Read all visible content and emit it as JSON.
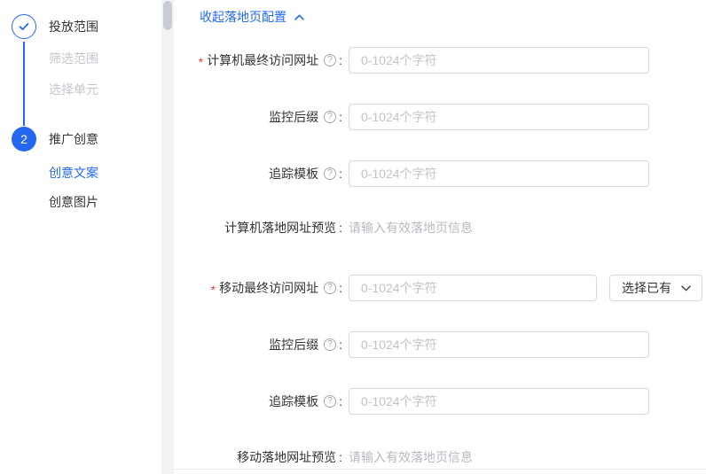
{
  "ui": {
    "required_mark": "*",
    "colon": ":",
    "help_mark": "?",
    "accent_color": "#2468F2"
  },
  "sidebar": {
    "steps": [
      {
        "label": "投放范围",
        "state": "done"
      },
      {
        "label": "筛选范围",
        "state": "disabled"
      },
      {
        "label": "选择单元",
        "state": "disabled"
      },
      {
        "number": "2",
        "label": "推广创意",
        "state": "current"
      },
      {
        "label": "创意文案",
        "state": "active-sub"
      },
      {
        "label": "创意图片",
        "state": "normal-sub"
      }
    ]
  },
  "content": {
    "section_header": {
      "label": "收起落地页配置",
      "state": "expanded"
    },
    "rows": [
      {
        "label": "计算机最终访问网址",
        "required": true,
        "placeholder": "0-1024个字符"
      },
      {
        "label": "监控后缀",
        "placeholder": "0-1024个字符"
      },
      {
        "label": "追踪模板",
        "placeholder": "0-1024个字符"
      },
      {
        "label": "计算机落地网址预览",
        "value": "请输入有效落地页信息"
      },
      {
        "label": "移动最终访问网址",
        "required": true,
        "placeholder": "0-1024个字符",
        "dropdown_label": "选择已有"
      },
      {
        "label": "监控后缀",
        "placeholder": "0-1024个字符"
      },
      {
        "label": "追踪模板",
        "placeholder": "0-1024个字符"
      },
      {
        "label": "移动落地网址预览",
        "value": "请输入有效落地页信息"
      }
    ]
  }
}
